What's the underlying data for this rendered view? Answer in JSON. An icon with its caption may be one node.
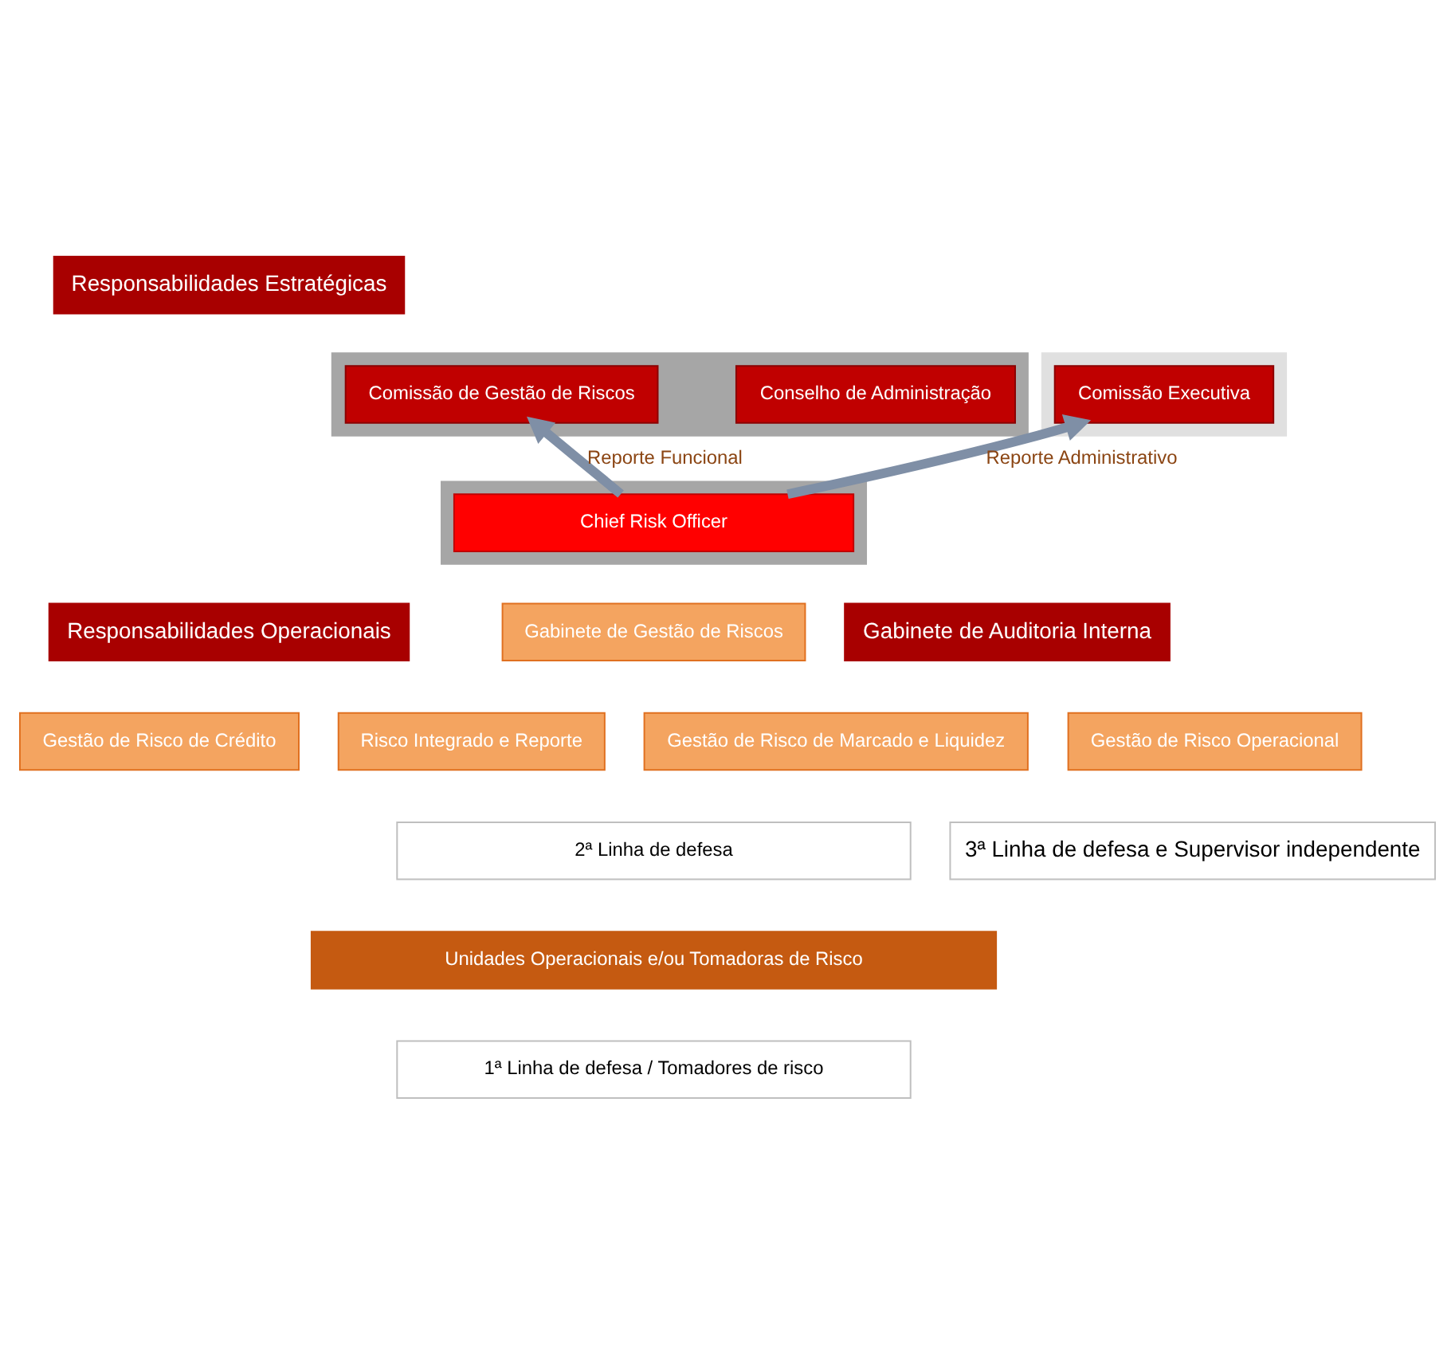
{
  "diagram": {
    "nodes": [
      {
        "text": [
          "Responsabilidades Estratégicas"
        ]
      },
      {
        "text": [
          "Responsabilidades Operacionais"
        ]
      },
      {
        "text": [],
        "shape": "box"
      },
      {
        "text": [
          "Conselho de Administração"
        ],
        "in": 2
      },
      {
        "text": [
          "Comissão de Gestão de Riscos"
        ],
        "in": 2
      },
      {
        "text": [],
        "shape": "box"
      },
      {
        "text": [
          "Comissão Executiva"
        ],
        "in": 5
      },
      {
        "text": [],
        "shape": "box"
      },
      {
        "text": [
          "Chief Risk Officer"
        ],
        "in": 7
      },
      {
        "text": [
          "Gabinete de Gestão de Riscos"
        ]
      },
      {
        "text": [
          "Gestão de Risco de Crédito"
        ]
      },
      {
        "text": [
          "Risco Integrado e Reporte"
        ]
      },
      {
        "text": [
          "Gestão de Risco de Marcado e Liquidez"
        ]
      },
      {
        "text": [
          "Gestão de Risco Operacional"
        ]
      },
      {
        "text": [
          "2ª Linha de defesa"
        ]
      },
      {
        "text": [
          "Unidades Operacionais e/ou Tomadoras de Risco"
        ]
      },
      {
        "text": [
          "1ª Linha de defesa / Tomadores de risco"
        ]
      },
      {
        "text": [
          "Gabinete de Auditoria Interna"
        ]
      },
      {
        "text": [
          "3ª Linha de defesa e Supervisor independente"
        ]
      }
    ],
    "edges": [
      {
        "from": 8,
        "to": 4,
        "arrow": "to",
        "label": "Reporte Funcional"
      },
      {
        "from": 8,
        "to": 6,
        "arrow": "to",
        "label": "Reporte Administrativo"
      }
    ]
  }
}
